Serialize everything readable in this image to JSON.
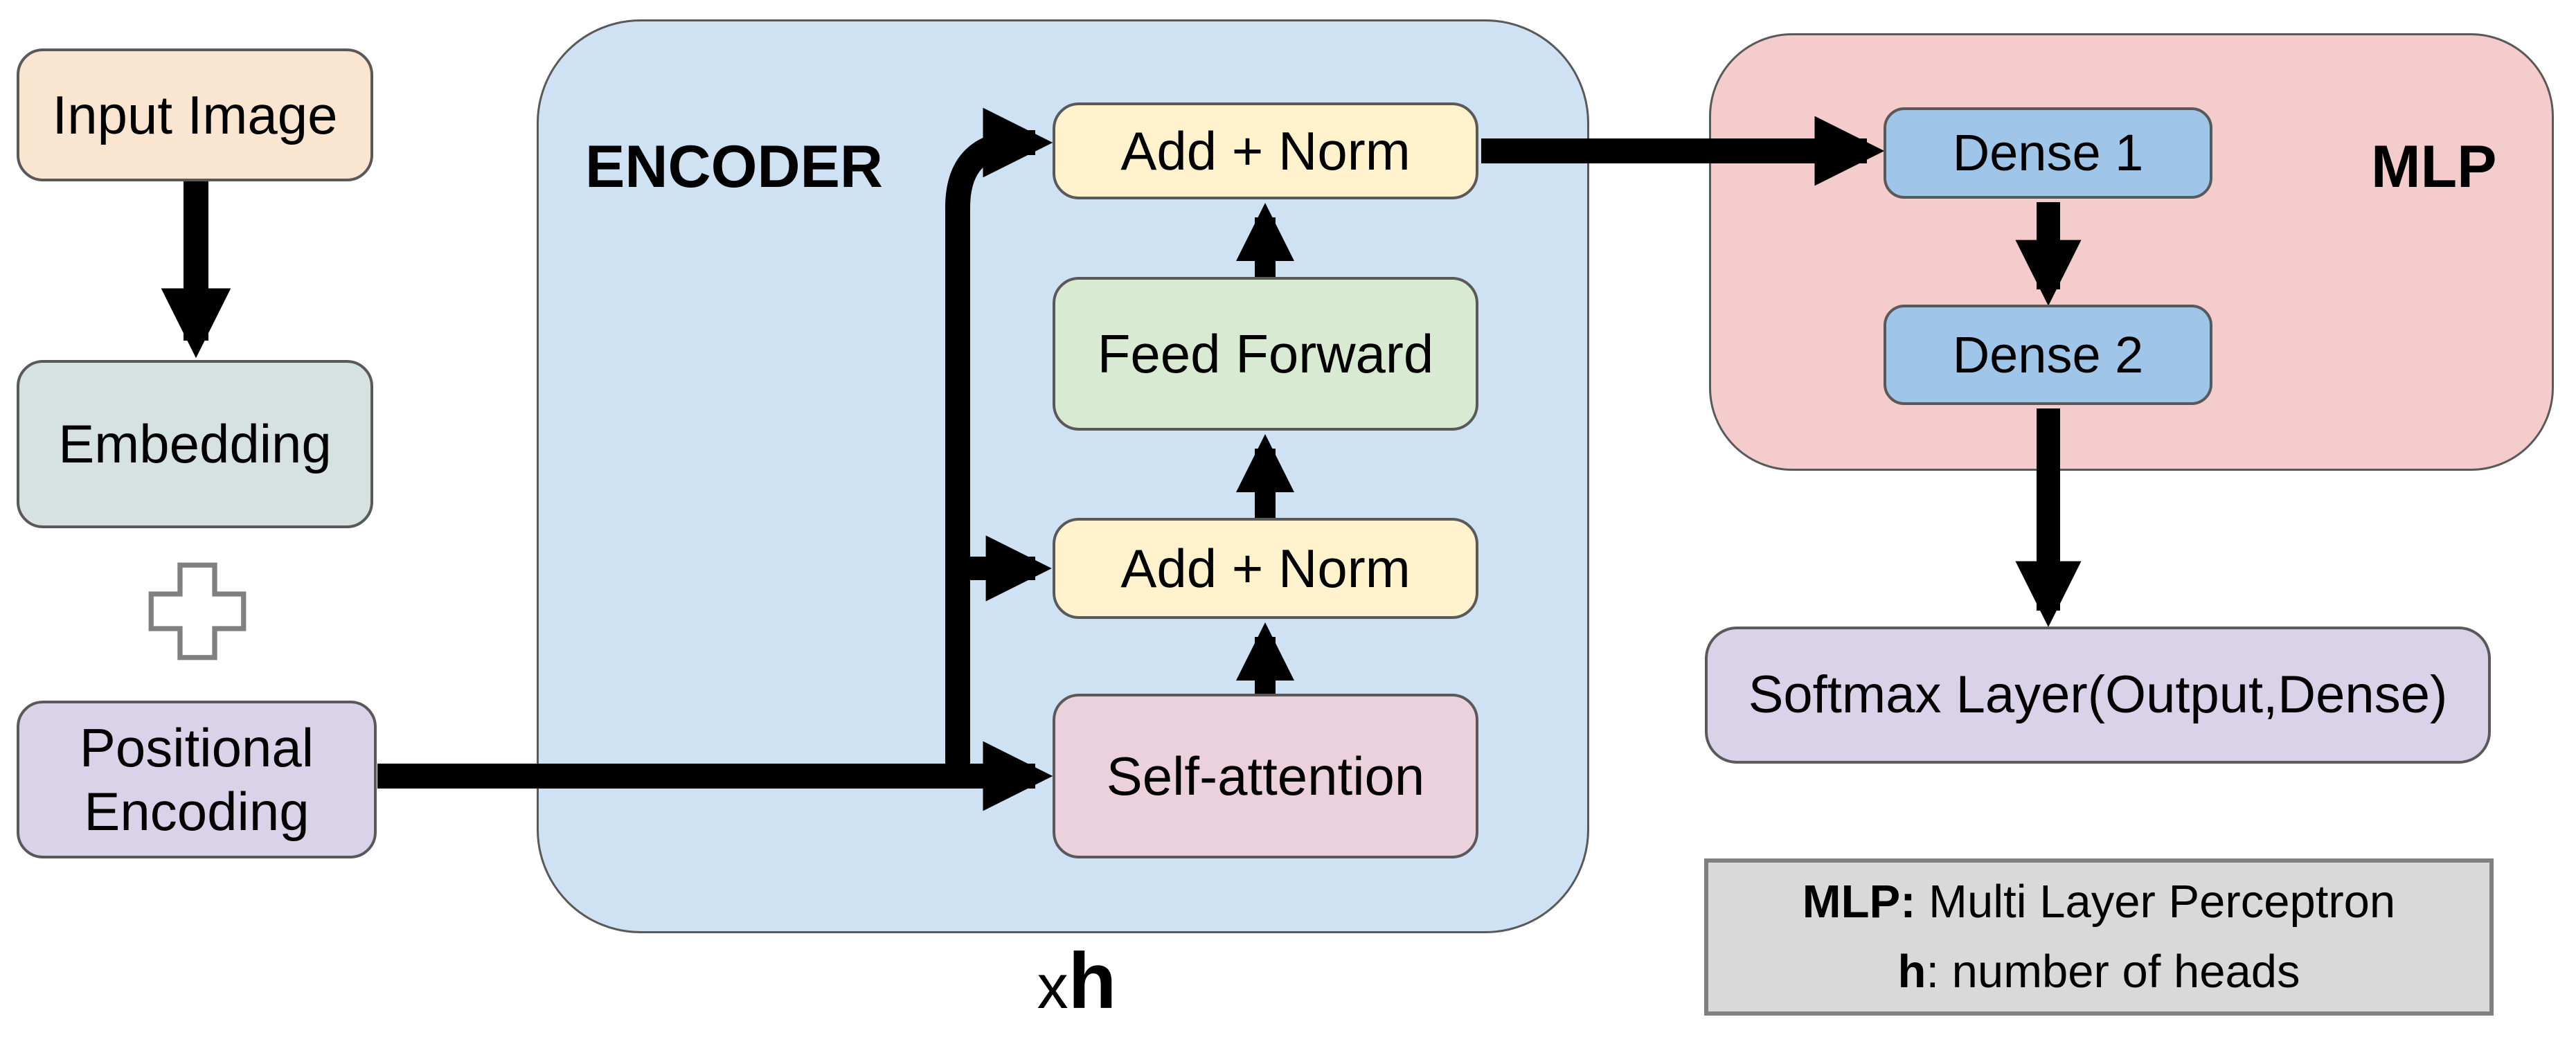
{
  "diagram": {
    "nodes": {
      "input_image": "Input Image",
      "embedding": "Embedding",
      "positional_encoding": "Positional Encoding",
      "self_attention": "Self-attention",
      "add_norm_lower": "Add + Norm",
      "feed_forward": "Feed Forward",
      "add_norm_upper": "Add + Norm",
      "dense_1": "Dense 1",
      "dense_2": "Dense 2",
      "softmax": "Softmax Layer(Output,Dense)"
    },
    "containers": {
      "encoder_title": "ENCODER",
      "mlp_title": "MLP"
    },
    "repeat_label": {
      "x": "x",
      "h": "h"
    },
    "legend": {
      "line1_term": "MLP:",
      "line1_rest": " Multi Layer Perceptron",
      "line2_term": "h",
      "line2_rest": ": number of heads"
    },
    "colors": {
      "input_image": "#fae6d0",
      "embedding": "#d6e2e2",
      "positional_encoding": "#d9d2e9",
      "encoder_container": "#cfe2f3",
      "add_norm": "#fff2cc",
      "feed_forward": "#d9ead3",
      "self_attention": "#ead1dc",
      "mlp_container": "#f4cccc",
      "dense": "#9fc5e8",
      "softmax": "#d9d2e9",
      "legend": "#d9d9d9",
      "border": "#595959",
      "arrow": "#000000",
      "background": "#ffffff"
    }
  }
}
